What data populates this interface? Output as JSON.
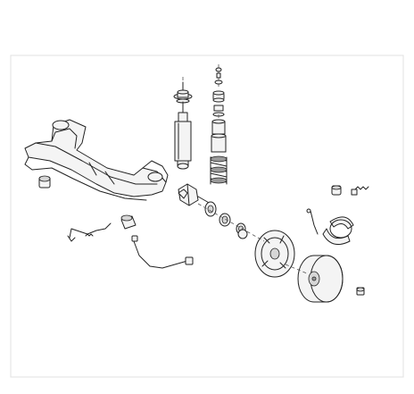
{
  "diagram": {
    "colors": {
      "line": "#222222",
      "fill": "#f4f4f4",
      "shade": "#9a9a9a",
      "frame": "#e0e0e0"
    },
    "parts": [
      "axle-beam",
      "shock-absorber",
      "top-mount",
      "bump-stop",
      "dust-boot",
      "coil-spring",
      "axle-bushing",
      "axle-bushing-2",
      "stub-axle",
      "hub-bearing",
      "bearing-ring",
      "bearing-inner",
      "dust-cap",
      "brake-backing-plate",
      "brake-drum",
      "brake-shoes",
      "brake-spring",
      "wheel-cylinder",
      "handbrake-lever",
      "drum-nut",
      "abs-sensor-left",
      "abs-sensor-right",
      "rubber-mount"
    ]
  }
}
